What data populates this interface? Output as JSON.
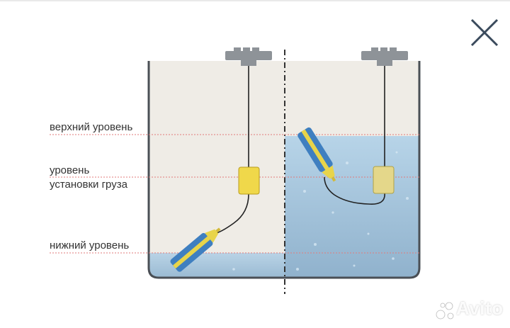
{
  "labels": {
    "upper_level": "верхний уровень",
    "load_level_line1": "уровень",
    "load_level_line2": "установки груза",
    "lower_level": "нижний уровень"
  },
  "watermark": "Avito",
  "icons": {
    "close": "close-icon",
    "watermark_logo": "avito-logo-icon"
  },
  "colors": {
    "tank_background": "#efece6",
    "water": "#9fc0d8",
    "float_blue": "#3f7fc0",
    "float_yellow": "#e8d44a",
    "weight_yellow": "#f0d84a",
    "guide_line": "#e07a7a",
    "tank_outline": "#4a4f55"
  }
}
